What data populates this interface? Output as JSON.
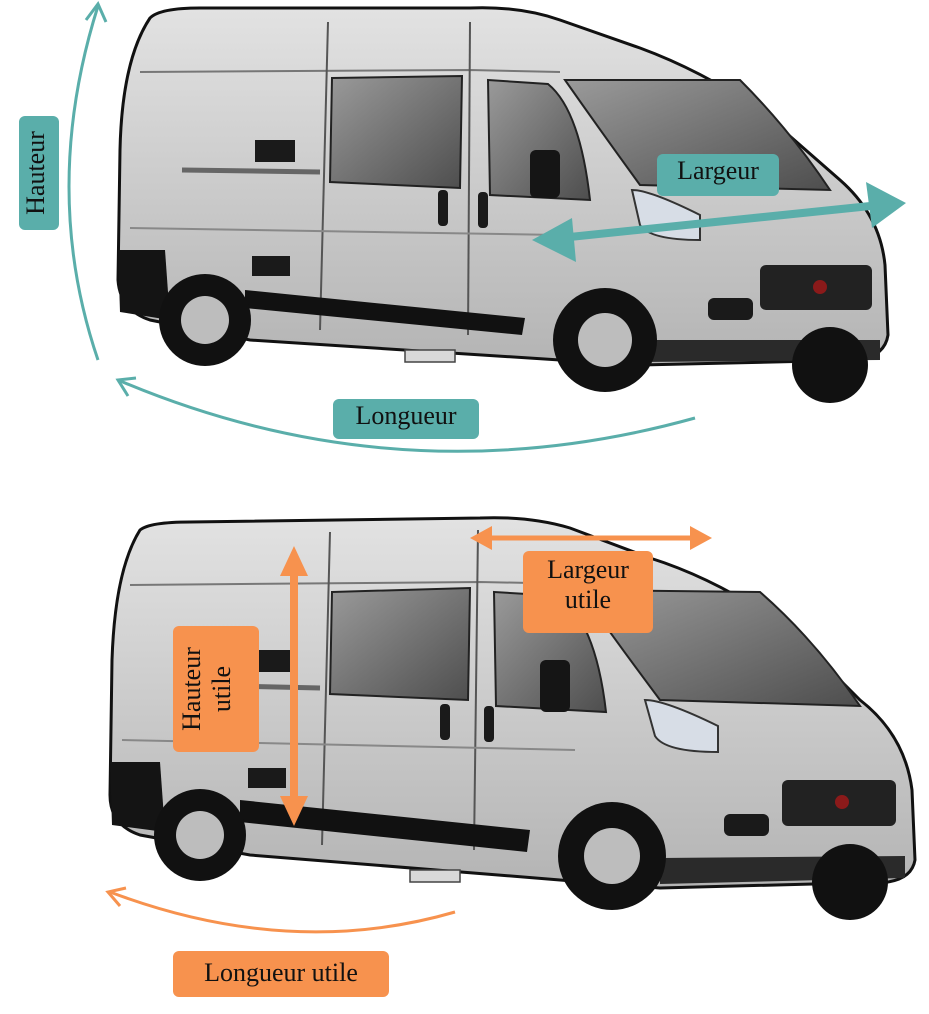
{
  "colors": {
    "standard": "#5aaeaa",
    "useful": "#f7924e",
    "body": "#c9c9c9",
    "glass": "#6e6e6e",
    "tyre": "#111111"
  },
  "top": {
    "labels": {
      "height": "Hauteur",
      "length": "Longueur",
      "width": "Largeur"
    }
  },
  "bottom": {
    "labels": {
      "height_line1": "Hauteur",
      "height_line2": "utile",
      "width_line1": "Largeur",
      "width_line2": "utile",
      "length": "Longueur utile"
    }
  }
}
